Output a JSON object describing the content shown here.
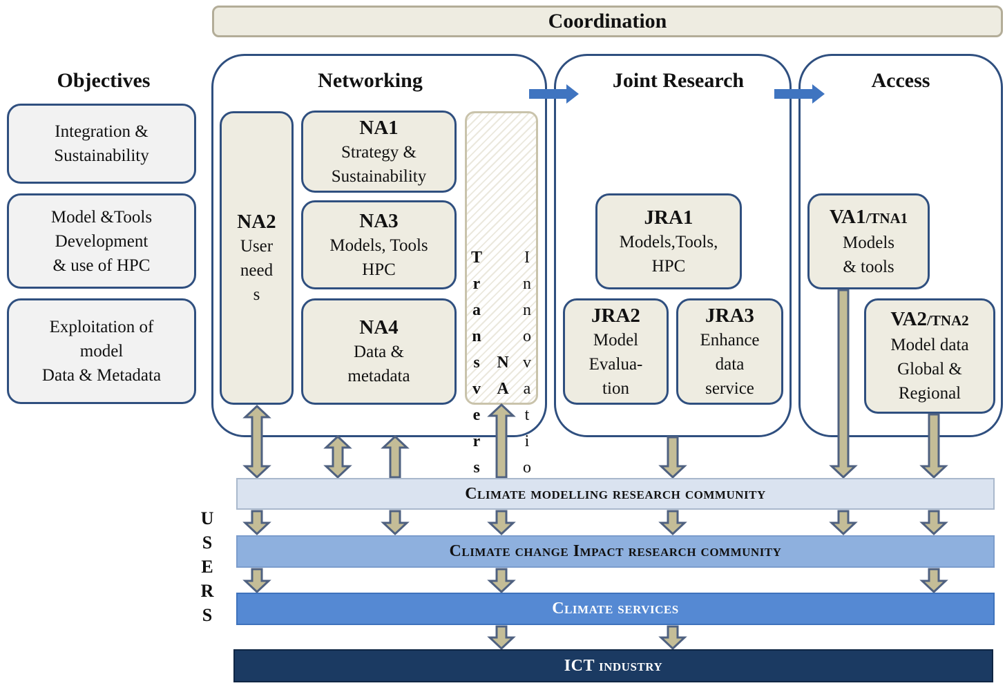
{
  "coordination": "Coordination",
  "headers": {
    "objectives": "Objectives",
    "networking": "Networking",
    "joint_research": "Joint Research",
    "access": "Access"
  },
  "objectives": [
    {
      "lines": [
        "Integration &",
        "Sustainability"
      ]
    },
    {
      "lines": [
        "Model &Tools",
        "Development",
        "& use of HPC"
      ]
    },
    {
      "lines": [
        "Exploitation of",
        "model",
        "Data & Metadata"
      ]
    }
  ],
  "networking": {
    "na2": {
      "title": "NA2",
      "lines": [
        "User",
        "need",
        "s"
      ]
    },
    "na1": {
      "title": "NA1",
      "lines": [
        "Strategy &",
        "Sustainability"
      ]
    },
    "na3": {
      "title": "NA3",
      "lines": [
        "Models, Tools",
        "HPC"
      ]
    },
    "na4": {
      "title": "NA4",
      "lines": [
        "Data &",
        "metadata"
      ]
    },
    "transverse": {
      "left": "Transverse",
      "middle": "NA",
      "right": "Innovation"
    }
  },
  "joint_research": {
    "jra1": {
      "title": "JRA1",
      "lines": [
        "Models,Tools,",
        "HPC"
      ]
    },
    "jra2": {
      "title": "JRA2",
      "lines": [
        "Model",
        "Evalua-",
        "tion"
      ]
    },
    "jra3": {
      "title": "JRA3",
      "lines": [
        "Enhance",
        "data",
        "service"
      ]
    }
  },
  "access": {
    "va1": {
      "title": "VA1",
      "title_suffix": "/TNA1",
      "lines": [
        "Models",
        "& tools"
      ]
    },
    "va2": {
      "title": "VA2",
      "title_suffix": "/TNA2",
      "lines": [
        "Model data",
        "Global  &",
        "Regional"
      ]
    }
  },
  "users_label": "USERS",
  "bands": [
    {
      "label": "Climate modelling research community",
      "fill": "#dae3f0",
      "text_color": "#111111",
      "border": "#a9b8cc"
    },
    {
      "label": "Climate change Impact research community",
      "fill": "#8eb0de",
      "text_color": "#111111",
      "border": "#7b9ccc"
    },
    {
      "label": "Climate services",
      "fill": "#5589d3",
      "text_color": "#ffffff",
      "border": "#3e72bc"
    },
    {
      "label": "ICT industry",
      "fill": "#1b3a62",
      "text_color": "#ffffff",
      "border": "#0f2644"
    }
  ],
  "colors": {
    "panel_border": "#2f4f7f",
    "box_fill": "#eeece1",
    "objective_fill": "#f2f2f2",
    "arrow_fill": "#c4bd97",
    "arrow_stroke": "#4f6180",
    "flow_arrow": "#3f74c0"
  }
}
